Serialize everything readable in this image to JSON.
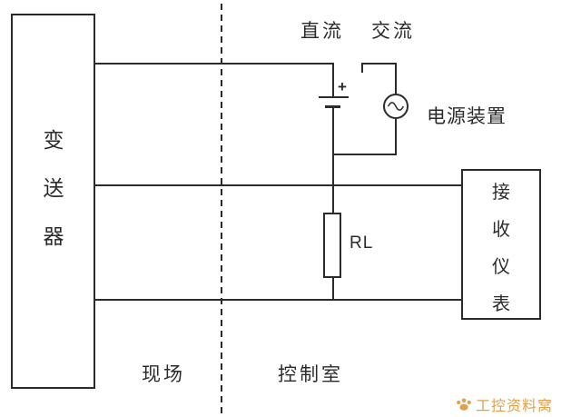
{
  "labels": {
    "transmitter": "变送器",
    "receiver": "接收仪表",
    "dc": "直流",
    "ac": "交流",
    "power_supply": "电源装置",
    "load_resistor": "RL",
    "battery_plus": "+",
    "field": "现场",
    "control_room": "控制室"
  },
  "watermark": {
    "text": "工控资料窝"
  },
  "icons": {
    "ac_source": "sine-wave-icon",
    "watermark": "paw-icon"
  },
  "colors": {
    "line": "#2b2b2b",
    "watermark": "#DFA14B",
    "background": "#ffffff"
  }
}
